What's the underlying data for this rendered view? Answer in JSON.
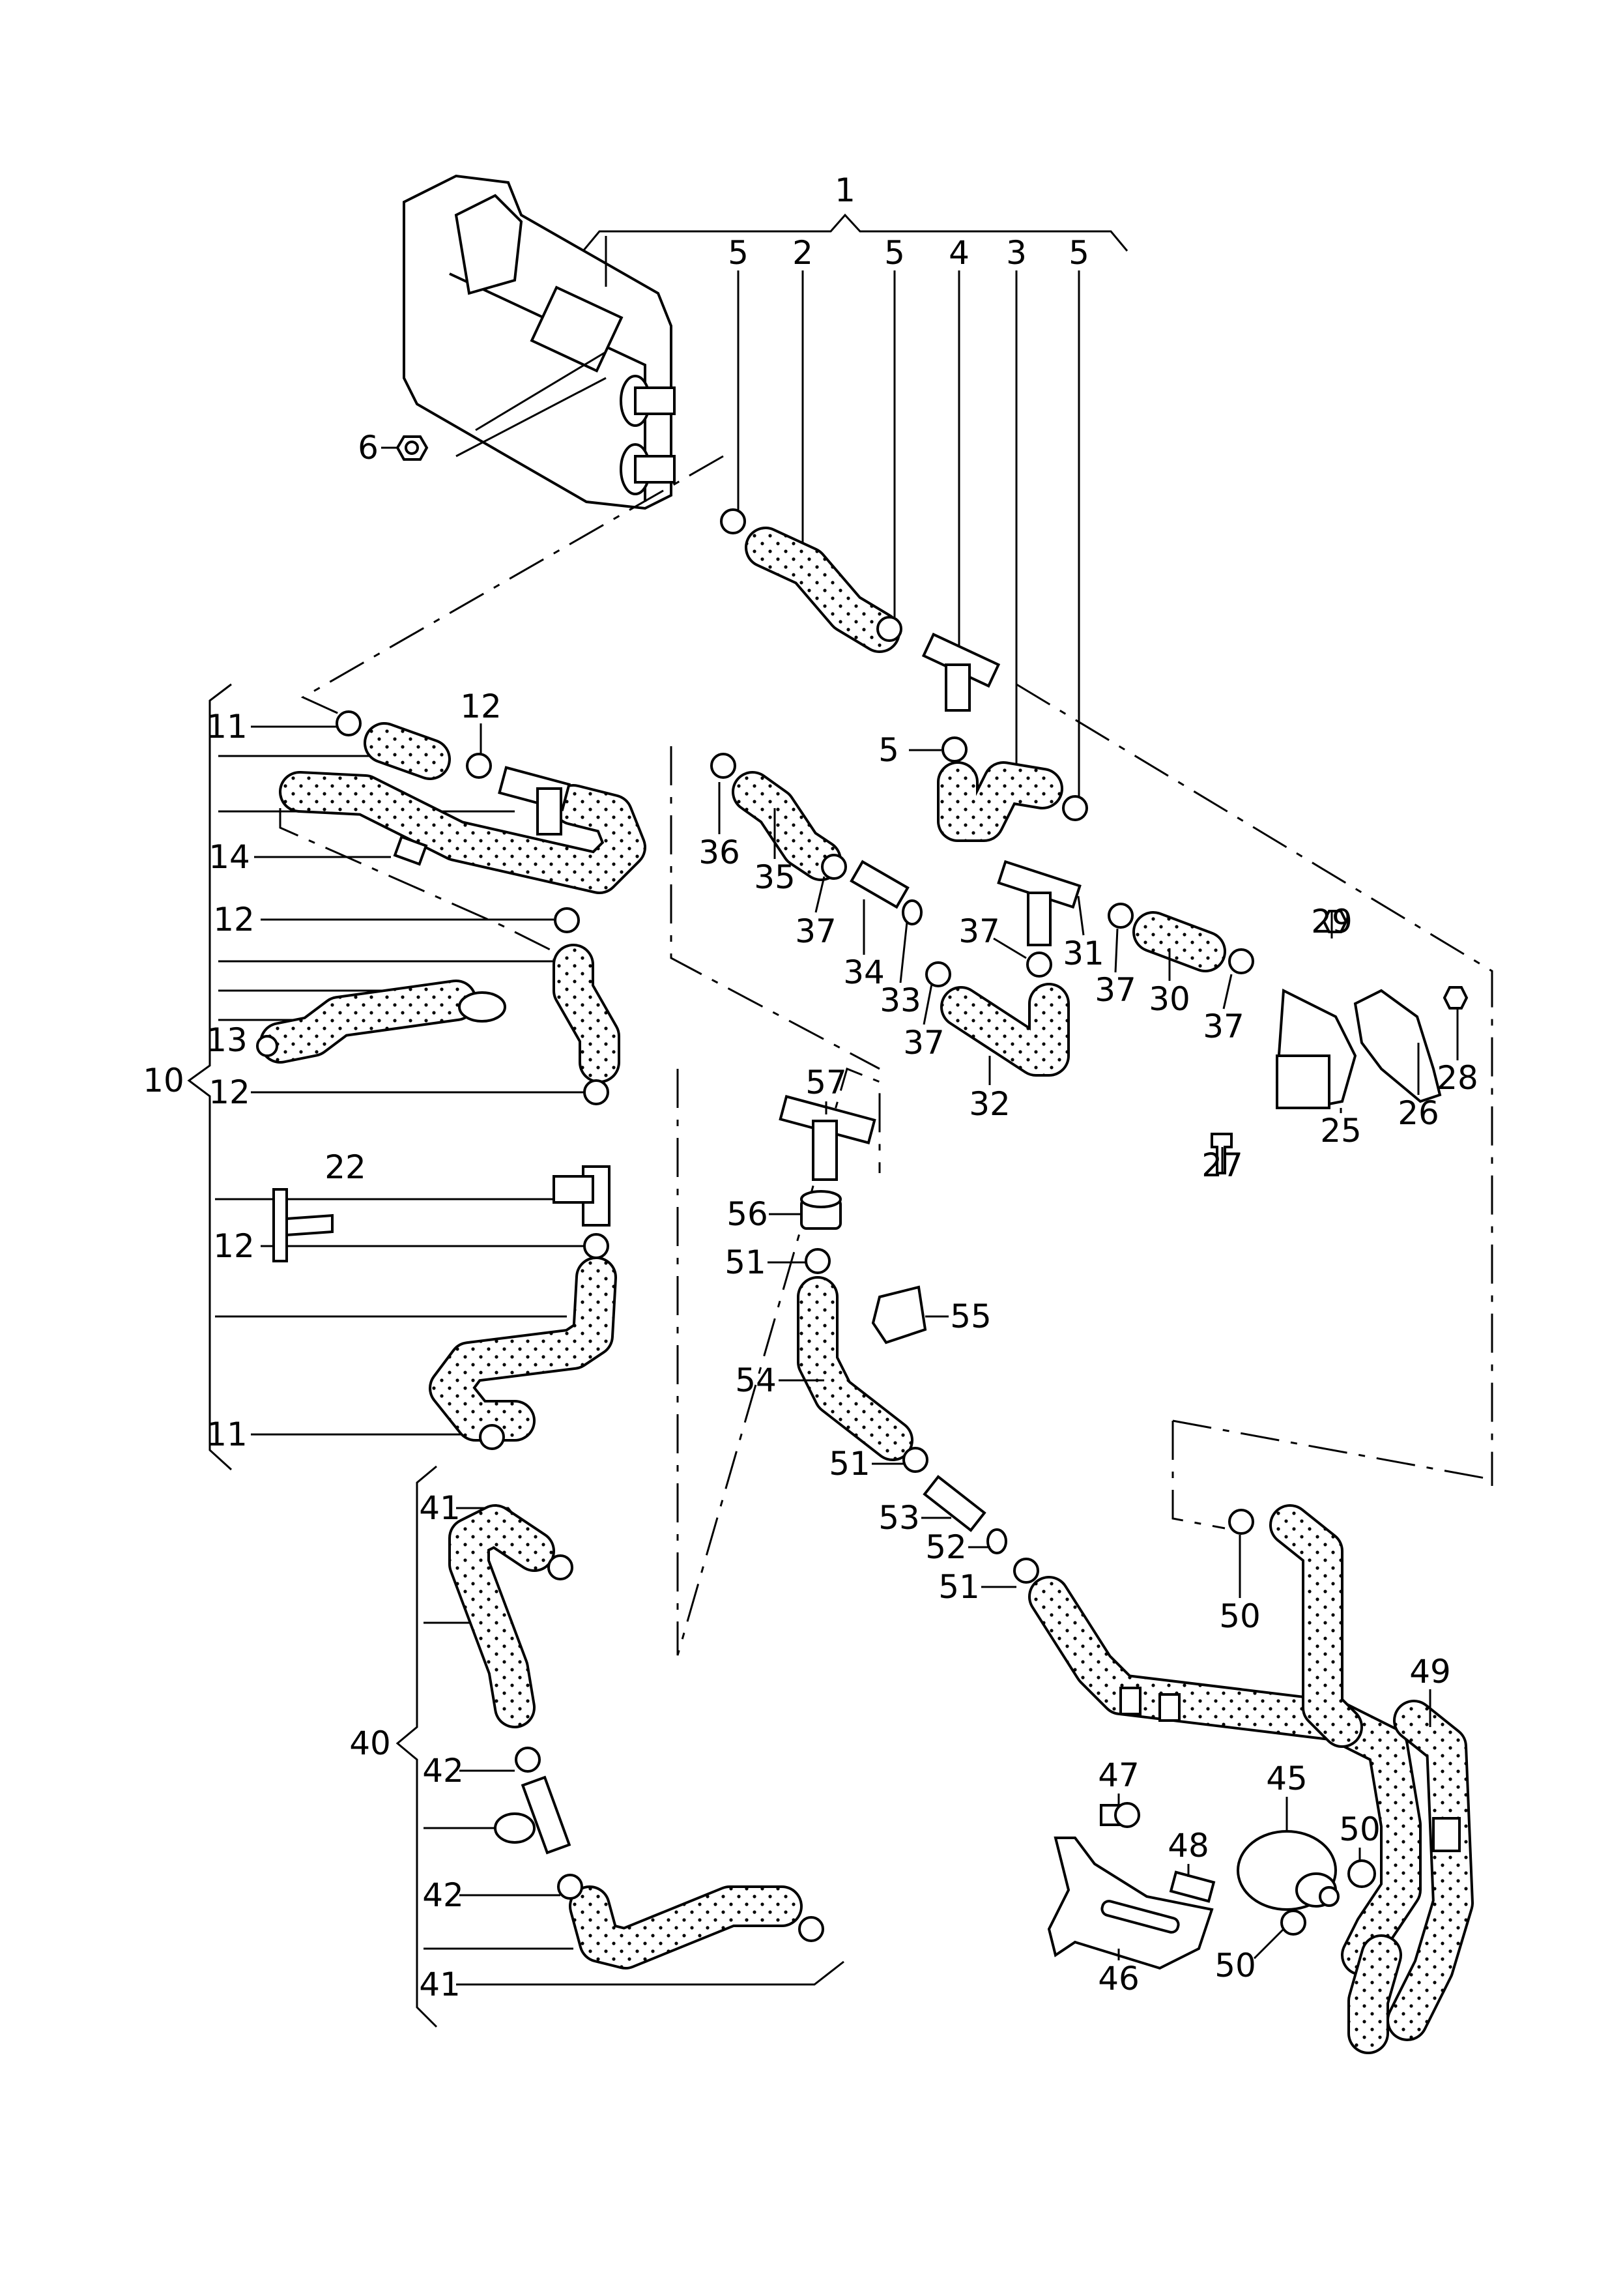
{
  "diagram": {
    "title": "Coolant hose / auxiliary heater parts diagram",
    "background": "#ffffff",
    "ink": "#000000",
    "groups": [
      {
        "id": "1",
        "label": "1",
        "members": [
          "5",
          "2",
          "5",
          "4",
          "3",
          "5"
        ]
      },
      {
        "id": "10",
        "label": "10",
        "members": [
          "11",
          "12",
          "14",
          "12",
          "13",
          "12",
          "22",
          "12",
          "11"
        ]
      },
      {
        "id": "40",
        "label": "40",
        "members": [
          "41",
          "42",
          "42",
          "41"
        ]
      }
    ],
    "labels": [
      {
        "id": "l1",
        "text": "1"
      },
      {
        "id": "l5a",
        "text": "5"
      },
      {
        "id": "l2",
        "text": "2"
      },
      {
        "id": "l5b",
        "text": "5"
      },
      {
        "id": "l4",
        "text": "4"
      },
      {
        "id": "l3",
        "text": "3"
      },
      {
        "id": "l5c",
        "text": "5"
      },
      {
        "id": "l6",
        "text": "6"
      },
      {
        "id": "l11a",
        "text": "11"
      },
      {
        "id": "l12a",
        "text": "12"
      },
      {
        "id": "l14",
        "text": "14"
      },
      {
        "id": "l12b",
        "text": "12"
      },
      {
        "id": "l13",
        "text": "13"
      },
      {
        "id": "l10",
        "text": "10"
      },
      {
        "id": "l12c",
        "text": "12"
      },
      {
        "id": "l22",
        "text": "22"
      },
      {
        "id": "l12d",
        "text": "12"
      },
      {
        "id": "l11b",
        "text": "11"
      },
      {
        "id": "l5d",
        "text": "5"
      },
      {
        "id": "l36",
        "text": "36"
      },
      {
        "id": "l35",
        "text": "35"
      },
      {
        "id": "l37a",
        "text": "37"
      },
      {
        "id": "l34",
        "text": "34"
      },
      {
        "id": "l33",
        "text": "33"
      },
      {
        "id": "l37b",
        "text": "37"
      },
      {
        "id": "l32",
        "text": "32"
      },
      {
        "id": "l37c",
        "text": "37"
      },
      {
        "id": "l31",
        "text": "31"
      },
      {
        "id": "l37d",
        "text": "37"
      },
      {
        "id": "l30",
        "text": "30"
      },
      {
        "id": "l37e",
        "text": "37"
      },
      {
        "id": "l29",
        "text": "29"
      },
      {
        "id": "l25",
        "text": "25"
      },
      {
        "id": "l26",
        "text": "26"
      },
      {
        "id": "l28",
        "text": "28"
      },
      {
        "id": "l27",
        "text": "27"
      },
      {
        "id": "l57",
        "text": "57"
      },
      {
        "id": "l56",
        "text": "56"
      },
      {
        "id": "l51a",
        "text": "51"
      },
      {
        "id": "l55",
        "text": "55"
      },
      {
        "id": "l54",
        "text": "54"
      },
      {
        "id": "l51b",
        "text": "51"
      },
      {
        "id": "l53",
        "text": "53"
      },
      {
        "id": "l52",
        "text": "52"
      },
      {
        "id": "l51c",
        "text": "51"
      },
      {
        "id": "l50a",
        "text": "50"
      },
      {
        "id": "l49",
        "text": "49"
      },
      {
        "id": "l47",
        "text": "47"
      },
      {
        "id": "l48",
        "text": "48"
      },
      {
        "id": "l45",
        "text": "45"
      },
      {
        "id": "l50b",
        "text": "50"
      },
      {
        "id": "l46",
        "text": "46"
      },
      {
        "id": "l50c",
        "text": "50"
      },
      {
        "id": "l41a",
        "text": "41"
      },
      {
        "id": "l40",
        "text": "40"
      },
      {
        "id": "l42a",
        "text": "42"
      },
      {
        "id": "l42b",
        "text": "42"
      },
      {
        "id": "l41b",
        "text": "41"
      }
    ]
  }
}
